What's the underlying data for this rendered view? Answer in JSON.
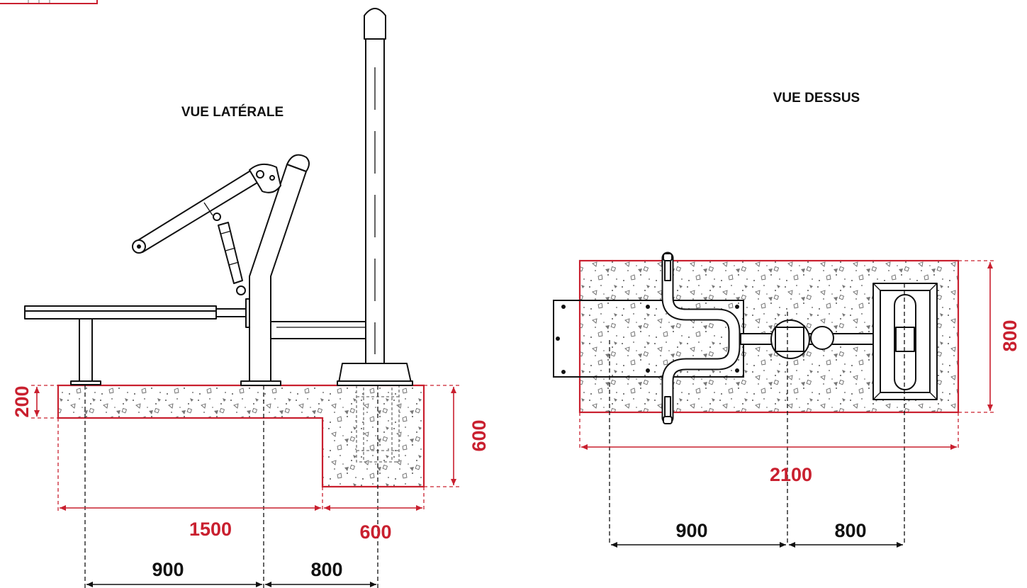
{
  "views": {
    "side": {
      "title": "VUE LATÉRALE"
    },
    "top": {
      "title": "VUE DESSUS"
    }
  },
  "dimensions": {
    "side": {
      "slab_thickness": "200",
      "footing_depth": "600",
      "slab_length": "1500",
      "footing_width": "600",
      "span_left": "900",
      "span_right": "800"
    },
    "top": {
      "width": "800",
      "length": "2100",
      "span_left": "900",
      "span_right": "800"
    }
  },
  "colors": {
    "dimension_red": "#c9202f",
    "line_black": "#111111",
    "background": "#ffffff"
  }
}
